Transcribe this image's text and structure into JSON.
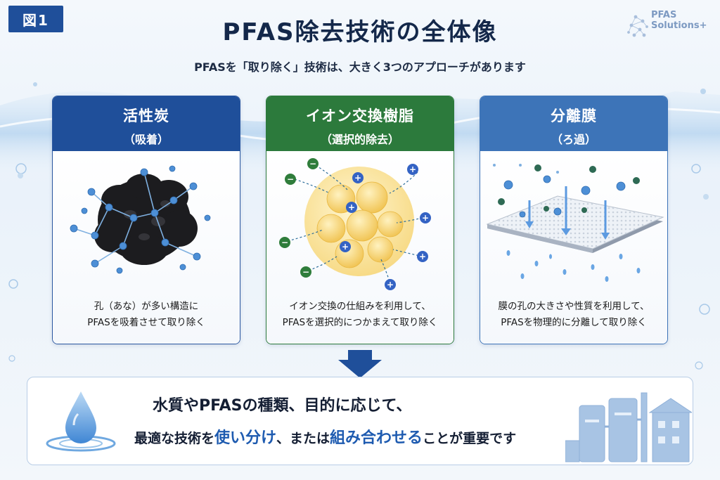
{
  "figure_label": "図1",
  "title": "PFAS除去技術の全体像",
  "subtitle": "PFASを「取り除く」技術は、大きく3つのアプローチがあります",
  "logo": {
    "line1": "PFAS",
    "line2": "Solutions+"
  },
  "cards": [
    {
      "heading": "活性炭",
      "subheading": "（吸着）",
      "desc_line1": "孔（あな）が多い構造に",
      "desc_line2": "PFASを吸着させて取り除く",
      "color": "#1f4f9a"
    },
    {
      "heading": "イオン交換樹脂",
      "subheading": "（選択的除去）",
      "desc_line1": "イオン交換の仕組みを利用して、",
      "desc_line2": "PFASを選択的につかまえて取り除く",
      "color": "#2c7a3c"
    },
    {
      "heading": "分離膜",
      "subheading": "（ろ過）",
      "desc_line1": "膜の孔の大きさや性質を利用して、",
      "desc_line2": "PFASを物理的に分離して取り除く",
      "color": "#3d74b8"
    }
  ],
  "conclusion": {
    "line1": "水質やPFASの種類、目的に応じて、",
    "line2_a": "最適な技術を",
    "line2_hl1": "使い分け",
    "line2_b": "、または",
    "line2_hl2": "組み合わせる",
    "line2_c": "ことが重要です"
  },
  "ion_signs": {
    "plus": "+",
    "minus": "−"
  }
}
